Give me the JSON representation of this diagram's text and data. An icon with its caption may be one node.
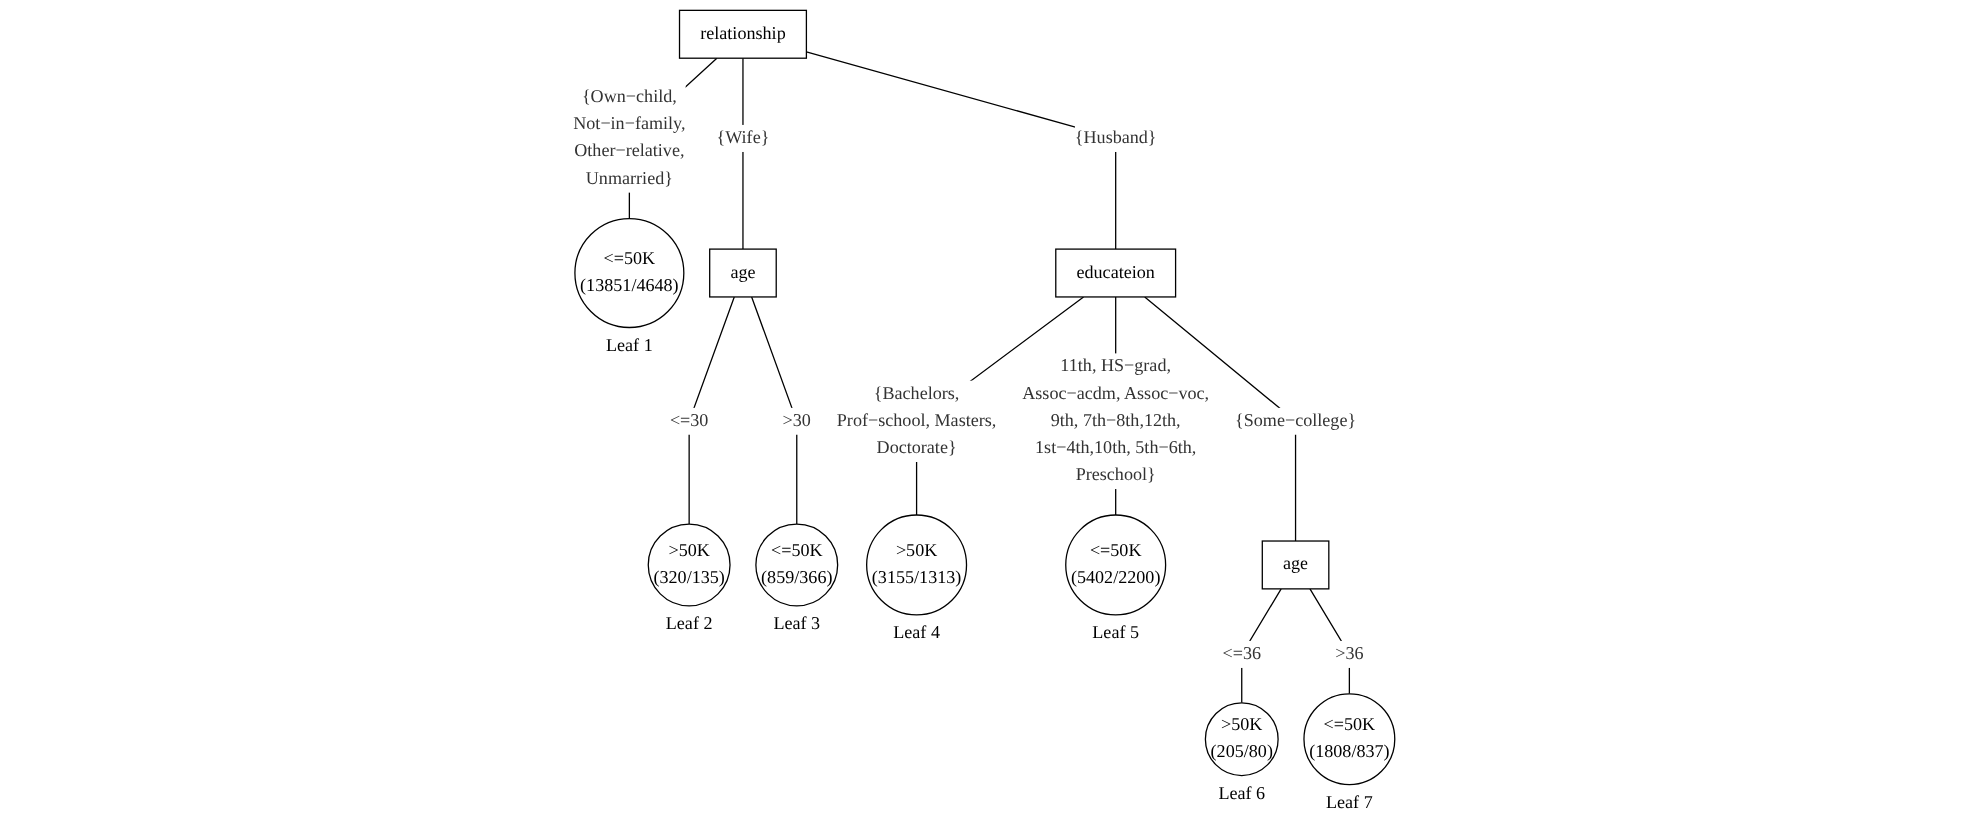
{
  "diagram": {
    "nodes": [
      {
        "text": [
          "relationship"
        ]
      },
      {
        "text": [
          "<=50K",
          "(13851/4648)"
        ],
        "beside": [
          "Leaf 1"
        ]
      },
      {
        "text": [
          "age"
        ]
      },
      {
        "text": [
          ">50K",
          "(320/135)"
        ],
        "beside": [
          "Leaf 2"
        ]
      },
      {
        "text": [
          "<=50K",
          "(859/366)"
        ],
        "beside": [
          "Leaf 3"
        ]
      },
      {
        "text": [
          "educateion"
        ]
      },
      {
        "text": [
          ">50K",
          "(3155/1313)"
        ],
        "beside": [
          "Leaf 4"
        ]
      },
      {
        "text": [
          "<=50K",
          "(5402/2200)"
        ],
        "beside": [
          "Leaf 5"
        ]
      },
      {
        "text": [
          "age"
        ]
      },
      {
        "text": [
          ">50K",
          "(205/80)"
        ],
        "beside": [
          "Leaf 6"
        ]
      },
      {
        "text": [
          "<=50K",
          "(1808/837)"
        ],
        "beside": [
          "Leaf 7"
        ]
      }
    ],
    "edges": [
      {
        "from": 0,
        "to": 1,
        "arrow": "none",
        "label": "{Own−child, Not−in−family, Other−relative, Unmarried}"
      },
      {
        "from": 0,
        "to": 2,
        "arrow": "none",
        "label": "{Wife}"
      },
      {
        "from": 0,
        "to": 5,
        "arrow": "none",
        "label": "{Husband}"
      },
      {
        "from": 2,
        "to": 3,
        "arrow": "none",
        "label": "<=30"
      },
      {
        "from": 2,
        "to": 4,
        "arrow": "none",
        "label": ">30"
      },
      {
        "from": 5,
        "to": 6,
        "arrow": "none",
        "label": "{Bachelors, Prof−school, Masters, Doctorate}"
      },
      {
        "from": 5,
        "to": 7,
        "arrow": "none",
        "label": "11th, HS−grad, Assoc−acdm, Assoc−voc, 9th, 7th−8th,12th, 1st−4th,10th, 5th−6th, Preschool}"
      },
      {
        "from": 5,
        "to": 8,
        "arrow": "none",
        "label": "{Some−college}"
      },
      {
        "from": 8,
        "to": 9,
        "arrow": "none",
        "label": "<=36"
      },
      {
        "from": 8,
        "to": 10,
        "arrow": "none",
        "label": ">36"
      }
    ]
  }
}
